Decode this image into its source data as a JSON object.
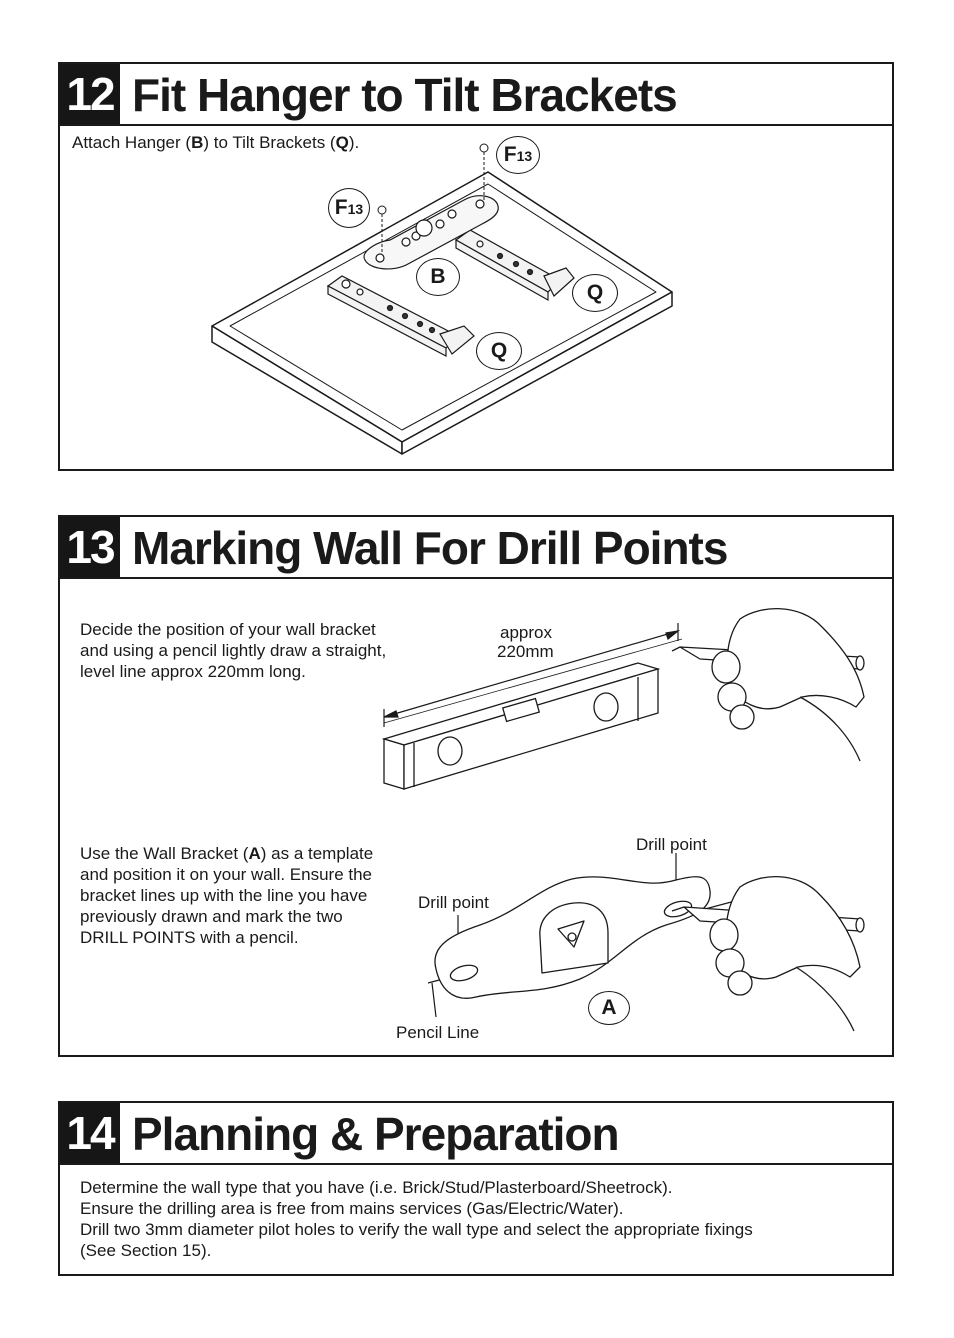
{
  "step12": {
    "number": "12",
    "title": "Fit Hanger to Tilt Brackets",
    "instruction_before_b": "Attach Hanger (",
    "instruction_b": "B",
    "instruction_mid": ") to Tilt Brackets (",
    "instruction_q": "Q",
    "instruction_end": ").",
    "callouts": {
      "f13_main": "F",
      "f13_sub": "13",
      "b": "B",
      "q": "Q"
    }
  },
  "step13": {
    "number": "13",
    "title": "Marking Wall For Drill Points",
    "para1": [
      "Decide the position of your wall bracket",
      "and using a pencil lightly draw a straight,",
      "level line approx 220mm long."
    ],
    "approx_label": "approx",
    "length_label": "220mm",
    "para2_line1_before": "Use the Wall Bracket (",
    "para2_line1_bold": "A",
    "para2_line1_after": ") as a template",
    "para2_rest": [
      "and position it on your wall. Ensure the",
      "bracket lines up with the line you have",
      "previously drawn and mark the two",
      "DRILL POINTS with a pencil."
    ],
    "drill_point_label": "Drill point",
    "pencil_line_label": "Pencil Line",
    "callout_a": "A"
  },
  "step14": {
    "number": "14",
    "title": "Planning & Preparation",
    "lines": [
      "Determine the wall type that you have (i.e. Brick/Stud/Plasterboard/Sheetrock).",
      "Ensure the drilling area is free from mains services (Gas/Electric/Water).",
      "Drill two 3mm diameter pilot holes to verify the wall type and select the appropriate fixings",
      "(See Section 15)."
    ]
  }
}
